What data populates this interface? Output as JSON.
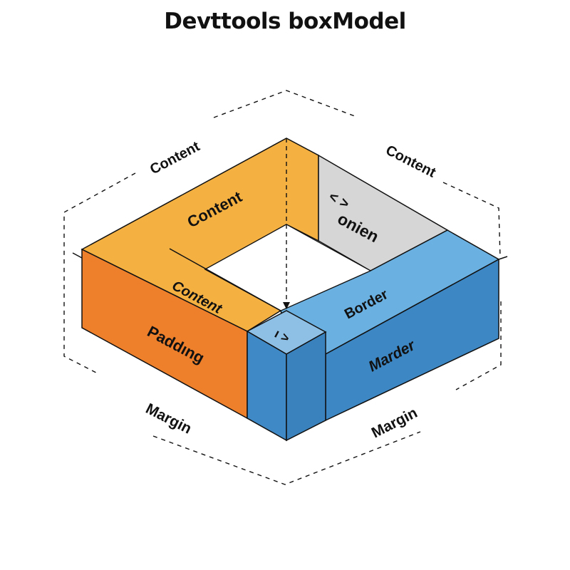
{
  "title": "Devttools boxModel",
  "labels": {
    "margin_top_left": "Content",
    "margin_top_right": "Content",
    "top_orange": "Content",
    "inner_orange": "Content",
    "top_gray": "onien",
    "top_gray_symbol": "< >",
    "front_orange": "Paddıng",
    "top_blue": "Border",
    "front_blue": "Marder",
    "cube_symbol": "ı  >",
    "margin_bottom_left": "Margin",
    "margin_bottom_right": "Margin"
  },
  "colors": {
    "orange_top": "#F4B142",
    "orange_front": "#EE7F2B",
    "gray_top": "#D6D6D6",
    "blue_top": "#6AB0E0",
    "blue_front": "#3C87C4",
    "cube_top": "#8EC0E6",
    "cube_front": "#3F89C6",
    "outline": "#111111"
  }
}
